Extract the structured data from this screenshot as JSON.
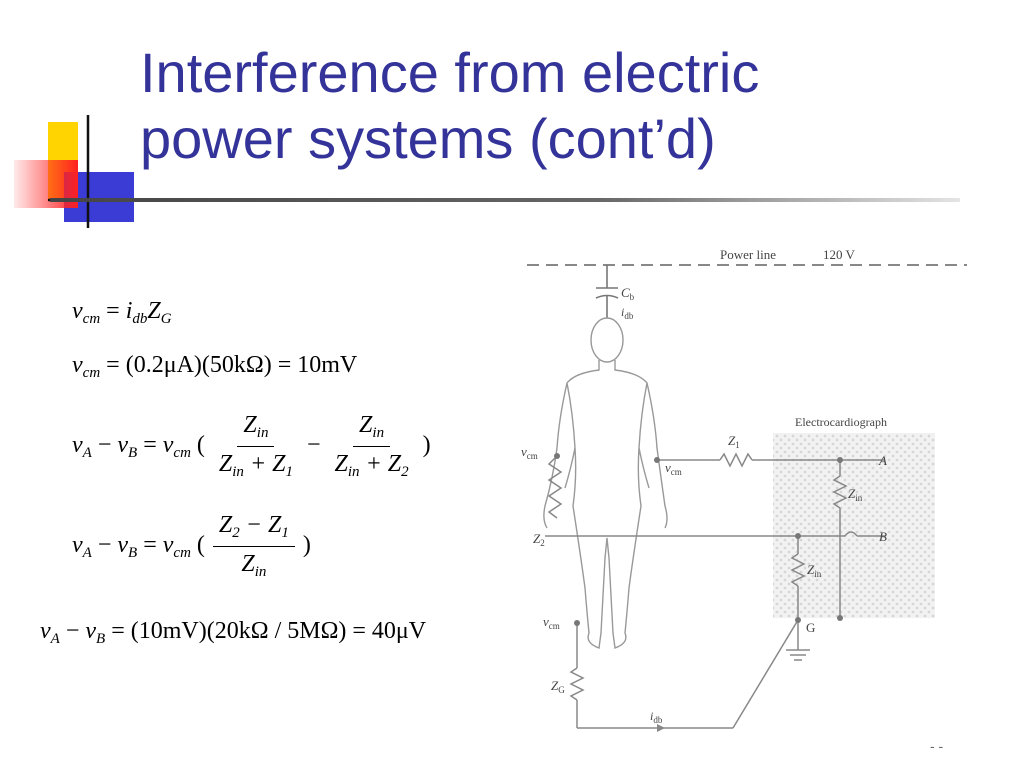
{
  "slide": {
    "title_line1": "Interference from electric",
    "title_line2": "power systems (cont’d)"
  },
  "equations": {
    "eq1": {
      "lhs": "v",
      "lhs_sub": "cm",
      "op": "=",
      "a": "i",
      "a_sub": "db",
      "b": "Z",
      "b_sub": "G"
    },
    "eq2": {
      "lhs": "v",
      "lhs_sub": "cm",
      "op": "=",
      "rhs": "(0.2μA)(50kΩ) = 10mV"
    },
    "eq3": {
      "lhs_a": "v",
      "lhs_a_sub": "A",
      "minus": "−",
      "lhs_b": "v",
      "lhs_b_sub": "B",
      "op": "=",
      "factor": "v",
      "factor_sub": "cm",
      "open": "(",
      "close": ")",
      "frac1_num": "Z",
      "frac1_num_sub": "in",
      "frac1_den": "Z",
      "frac1_den_sub": "in",
      "frac1_den_plus": "+ Z",
      "frac1_den_sub2": "1",
      "between": "−",
      "frac2_num": "Z",
      "frac2_num_sub": "in",
      "frac2_den": "Z",
      "frac2_den_sub": "in",
      "frac2_den_plus": "+ Z",
      "frac2_den_sub2": "2"
    },
    "eq4": {
      "lhs_a": "v",
      "lhs_a_sub": "A",
      "minus": "−",
      "lhs_b": "v",
      "lhs_b_sub": "B",
      "op": "=",
      "factor": "v",
      "factor_sub": "cm",
      "open": "(",
      "close": ")",
      "num_a": "Z",
      "num_a_sub": "2",
      "num_minus": "− Z",
      "num_b_sub": "1",
      "den": "Z",
      "den_sub": "in"
    },
    "eq5": {
      "lhs_a": "v",
      "lhs_a_sub": "A",
      "minus": "−",
      "lhs_b": "v",
      "lhs_b_sub": "B",
      "op": "=",
      "rhs": "(10mV)(20kΩ / 5MΩ) = 40μV"
    }
  },
  "diagram": {
    "power_line": "Power line",
    "voltage": "120 V",
    "cb": "C",
    "cb_sub": "b",
    "idb_top": "i",
    "idb_top_sub": "db",
    "device": "Electrocardiograph",
    "z1": "Z",
    "z1_sub": "1",
    "z2": "Z",
    "z2_sub": "2",
    "zin_a": "Z",
    "zin_a_sub": "in",
    "zin_b": "Z",
    "zin_b_sub": "in",
    "zg": "Z",
    "zg_sub": "G",
    "vcm_left": "v",
    "vcm_left_sub": "cm",
    "vcm_right": "v",
    "vcm_right_sub": "cm",
    "vcm_bottom": "v",
    "vcm_bottom_sub": "cm",
    "node_a": "A",
    "node_b": "B",
    "node_g": "G",
    "idb_bottom": "i",
    "idb_bottom_sub": "db"
  },
  "footer": {
    "page_mark": "- -"
  }
}
